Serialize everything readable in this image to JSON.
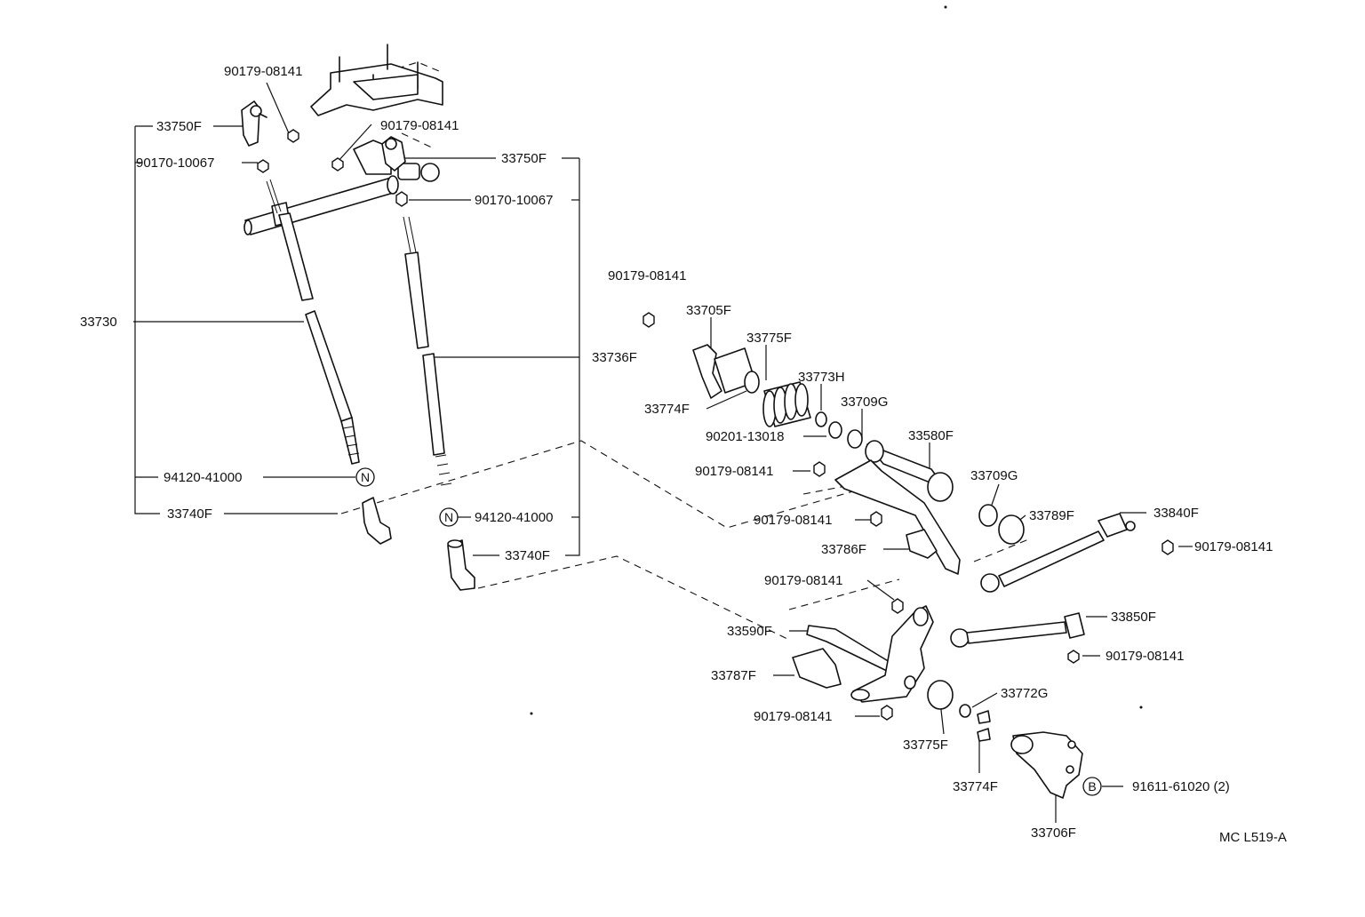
{
  "labels": {
    "l01": "90179-08141",
    "l02": "33750F",
    "l03": "90179-08141",
    "l04": "33750F",
    "l05": "90170-10067",
    "l06": "90170-10067",
    "l07": "90179-08141",
    "l08": "33705F",
    "l09": "33730",
    "l10": "33775F",
    "l11": "33736F",
    "l12": "33773H",
    "l13": "33774F",
    "l14": "33709G",
    "l15": "90201-13018",
    "l16": "33580F",
    "l17": "90179-08141",
    "l18": "33709G",
    "l19": "94120-41000",
    "l20": "33789F",
    "l21": "33840F",
    "l22": "33740F",
    "l23": "94120-41000",
    "l24": "90179-08141",
    "l25": "33786F",
    "l26": "90179-08141",
    "l27": "33740F",
    "l28": "90179-08141",
    "l29": "33850F",
    "l30": "33590F",
    "l31": "90179-08141",
    "l32": "33787F",
    "l33": "33772G",
    "l34": "90179-08141",
    "l35": "33775F",
    "l36": "33774F",
    "l37": "91611-61020 (2)",
    "l38": "33706F"
  },
  "markers": {
    "n1": "N",
    "n2": "N",
    "b1": "B"
  },
  "figure_code": "MC L519-A"
}
